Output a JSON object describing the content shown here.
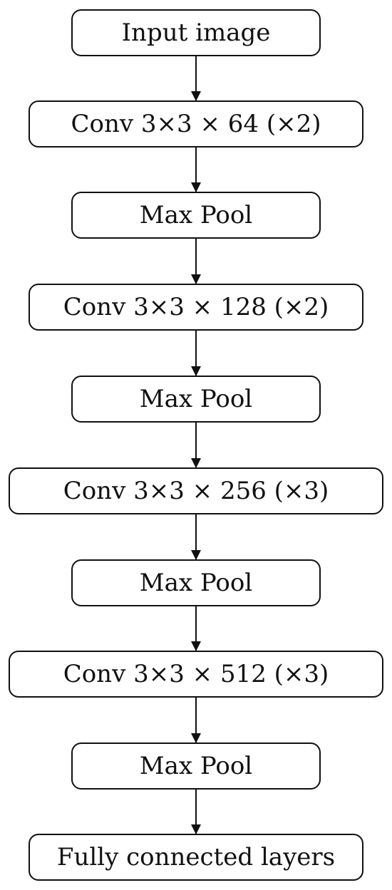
{
  "diagram": {
    "blocks": [
      {
        "label": "Input image"
      },
      {
        "label": "Conv 3×3 × 64 (×2)"
      },
      {
        "label": "Max Pool"
      },
      {
        "label": "Conv 3×3 × 128 (×2)"
      },
      {
        "label": "Max Pool"
      },
      {
        "label": "Conv 3×3 × 256 (×3)"
      },
      {
        "label": "Max Pool"
      },
      {
        "label": "Conv 3×3 × 512 (×3)"
      },
      {
        "label": "Max Pool"
      },
      {
        "label": "Fully connected layers"
      }
    ]
  }
}
